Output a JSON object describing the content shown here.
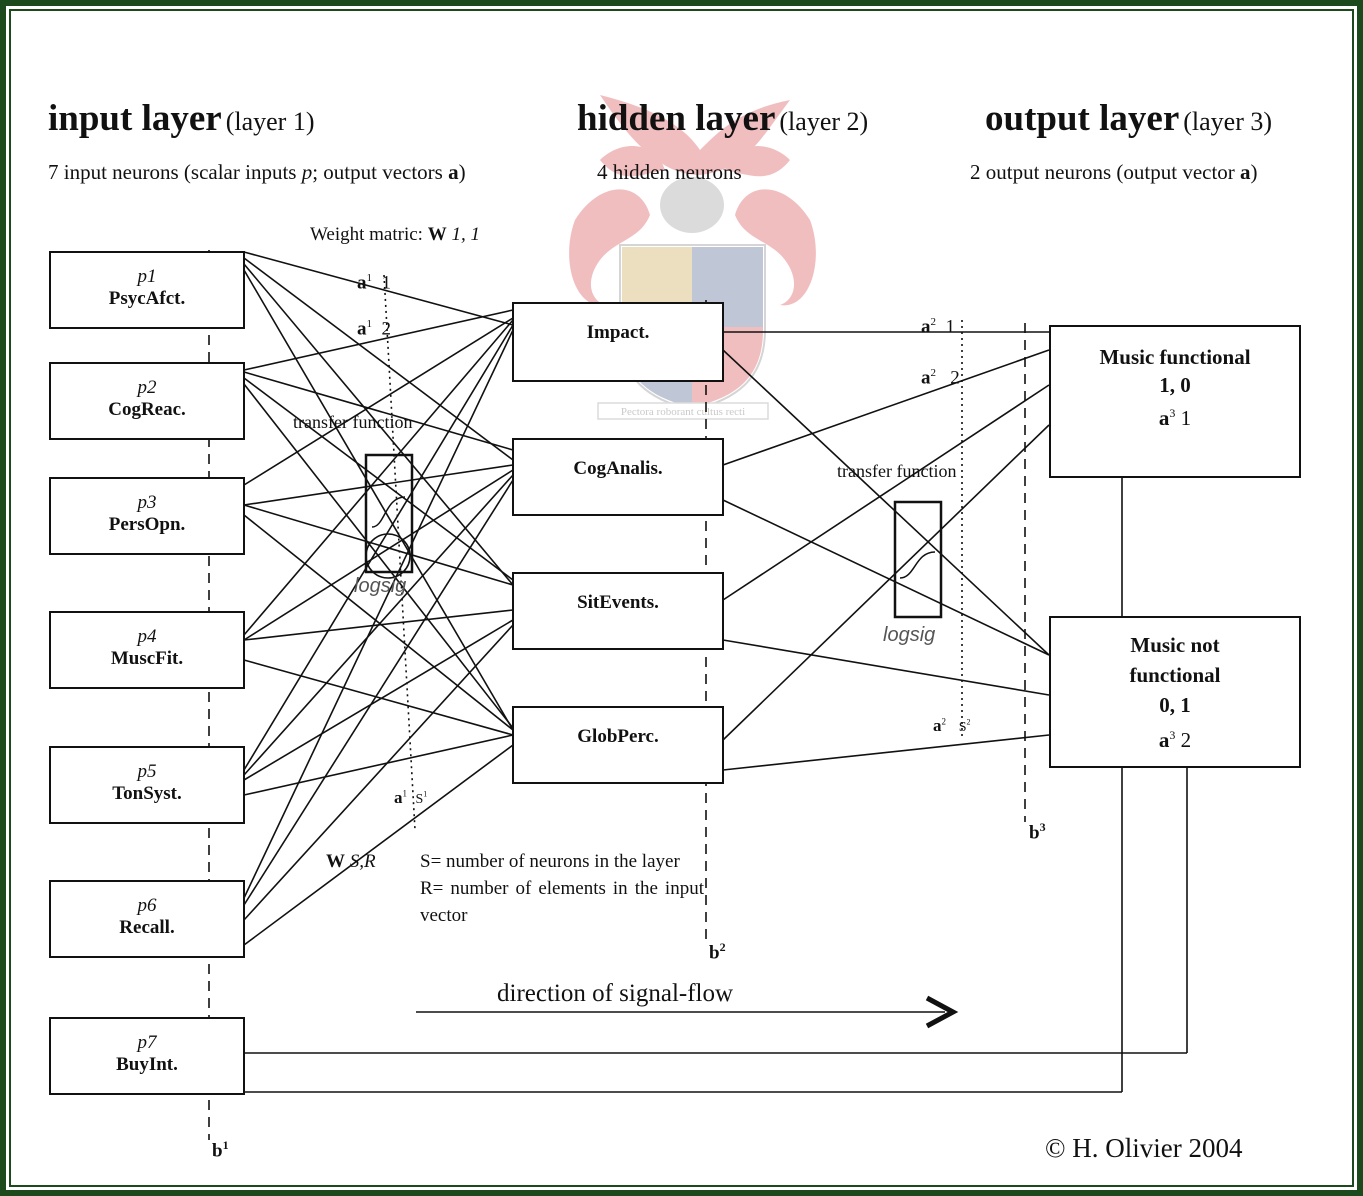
{
  "headings": {
    "input_title": "input layer",
    "input_sub": "(layer 1)",
    "input_desc_pre": "7 input neurons (scalar inputs ",
    "input_desc_p": "p",
    "input_desc_mid": "; output vectors ",
    "input_desc_a": "a",
    "input_desc_post": ")",
    "hidden_title": "hidden layer",
    "hidden_sub": "(layer 2)",
    "hidden_desc": "4 hidden neurons",
    "output_title": "output layer",
    "output_sub": "(layer 3)",
    "output_desc_pre": "2 output neurons (output vector ",
    "output_desc_a": "a",
    "output_desc_post": ")"
  },
  "weight_label": {
    "text": "Weight matric:",
    "W": "W",
    "idx": "1, 1"
  },
  "inputs": [
    {
      "p": "p1",
      "label": "PsycAfct."
    },
    {
      "p": "p2",
      "label": "CogReac."
    },
    {
      "p": "p3",
      "label": "PersOpn."
    },
    {
      "p": "p4",
      "label": "MuscFit."
    },
    {
      "p": "p5",
      "label": "TonSyst."
    },
    {
      "p": "p6",
      "label": "Recall."
    },
    {
      "p": "p7",
      "label": "BuyInt."
    }
  ],
  "hidden": [
    "Impact.",
    "CogAnalis.",
    "SitEvents.",
    "GlobPerc."
  ],
  "outputs": [
    {
      "line1": "Music functional",
      "line2": "1, 0",
      "a": "a",
      "sup": "3",
      "idx": "1"
    },
    {
      "line1": "Music not",
      "line2": "functional",
      "line3": "0, 1",
      "a": "a",
      "sup": "3",
      "idx": "2"
    }
  ],
  "layer1_labels": {
    "a11": {
      "a": "a",
      "sup": "1",
      "idx": "1"
    },
    "a12": {
      "a": "a",
      "sup": "1",
      "idx": "2"
    },
    "a1s": {
      "a": "a",
      "sup": "1",
      "s": "S",
      "ssup": "1"
    }
  },
  "layer2_labels": {
    "a21": {
      "a": "a",
      "sup": "2",
      "idx": "1"
    },
    "a22": {
      "a": "a",
      "sup": "2",
      "idx": "2"
    },
    "a2s": {
      "a": "a",
      "sup": "2",
      "s": "S",
      "ssup": "2"
    }
  },
  "transfer": {
    "label": "transfer function",
    "fn": "logsig"
  },
  "bias": {
    "b1": "b",
    "b1sup": "1",
    "b2": "b",
    "b2sup": "2",
    "b3": "b",
    "b3sup": "3"
  },
  "wsr": {
    "W": "W",
    "idx": "S,R"
  },
  "legend": {
    "s_def": "S= number of neurons in the layer",
    "r_def": "R= number of elements in the input vector"
  },
  "signal_flow": "direction of signal-flow",
  "copyright": "© H. Olivier 2004",
  "crest_motto": "Pectora roborant cultus recti",
  "colors": {
    "frame": "#1d4a1d",
    "crest_red": "#d9474e",
    "crest_blue": "#4a5f8c",
    "crest_gold": "#c9a64a"
  }
}
